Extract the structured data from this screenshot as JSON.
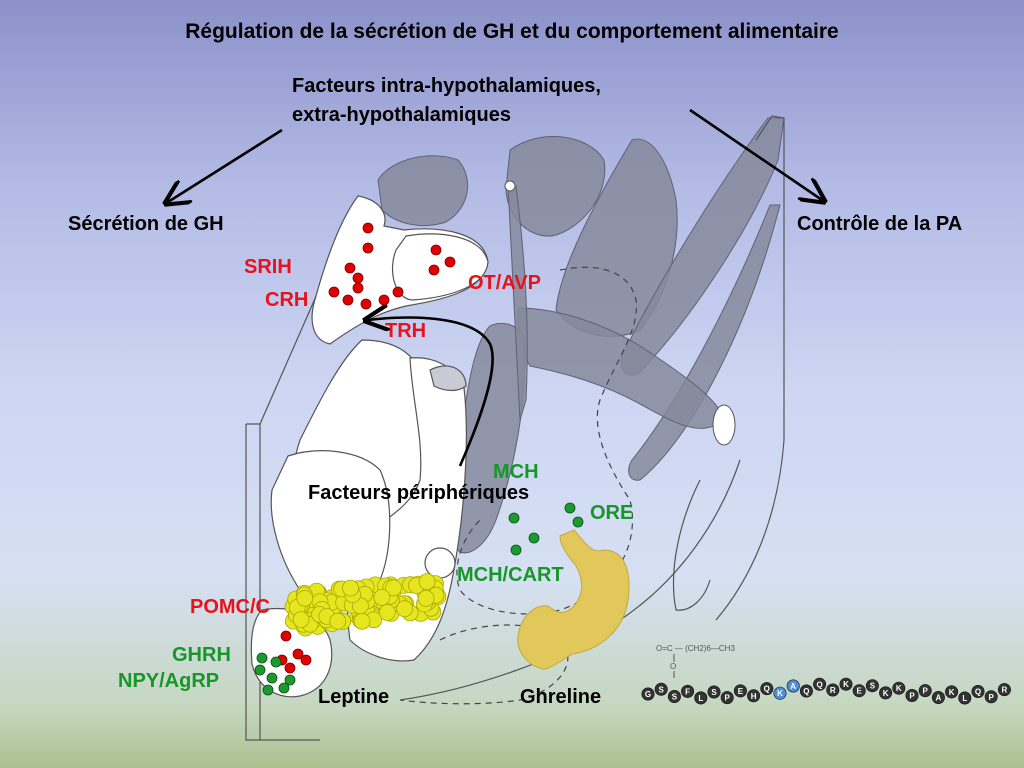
{
  "title": "Régulation de la sécrétion de GH et du comportement alimentaire",
  "labels": {
    "factors_line1": "Facteurs intra-hypothalamiques,",
    "factors_line2": "extra-hypothalamiques",
    "gh_secretion": "Sécrétion de GH",
    "pa_control": "Contrôle de la PA",
    "peripheral_factors": "Facteurs périphériques",
    "leptine": "Leptine",
    "ghreline": "Ghreline"
  },
  "neurons": {
    "red": [
      "SRIH",
      "CRH",
      "OT/AVP",
      "TRH",
      "POMC/C"
    ],
    "green": [
      "MCH",
      "ORE",
      "MCH/CART",
      "GHRH",
      "NPY/AgRP"
    ]
  },
  "ghrelin_peptide": {
    "octanoyl_label": "O=C — (CH2)6—CH3",
    "oxygen": "O",
    "sequence": [
      "G",
      "S",
      "S",
      "F",
      "L",
      "S",
      "P",
      "E",
      "H",
      "Q",
      "K",
      "A",
      "Q",
      "Q",
      "R",
      "K",
      "E",
      "S",
      "K",
      "K",
      "P",
      "P",
      "A",
      "K",
      "L",
      "Q",
      "P",
      "R"
    ]
  },
  "colors": {
    "red_text": "#e8121c",
    "green_text": "#17962a",
    "red_dot": "#e00000",
    "green_dot": "#1c9a30",
    "brain_gray": "#868a9c",
    "fat_yellow": "#e6e620",
    "stomach": "#e2c75a",
    "residue_dark": "#333333",
    "residue_highlight": "#4f8ed8"
  }
}
